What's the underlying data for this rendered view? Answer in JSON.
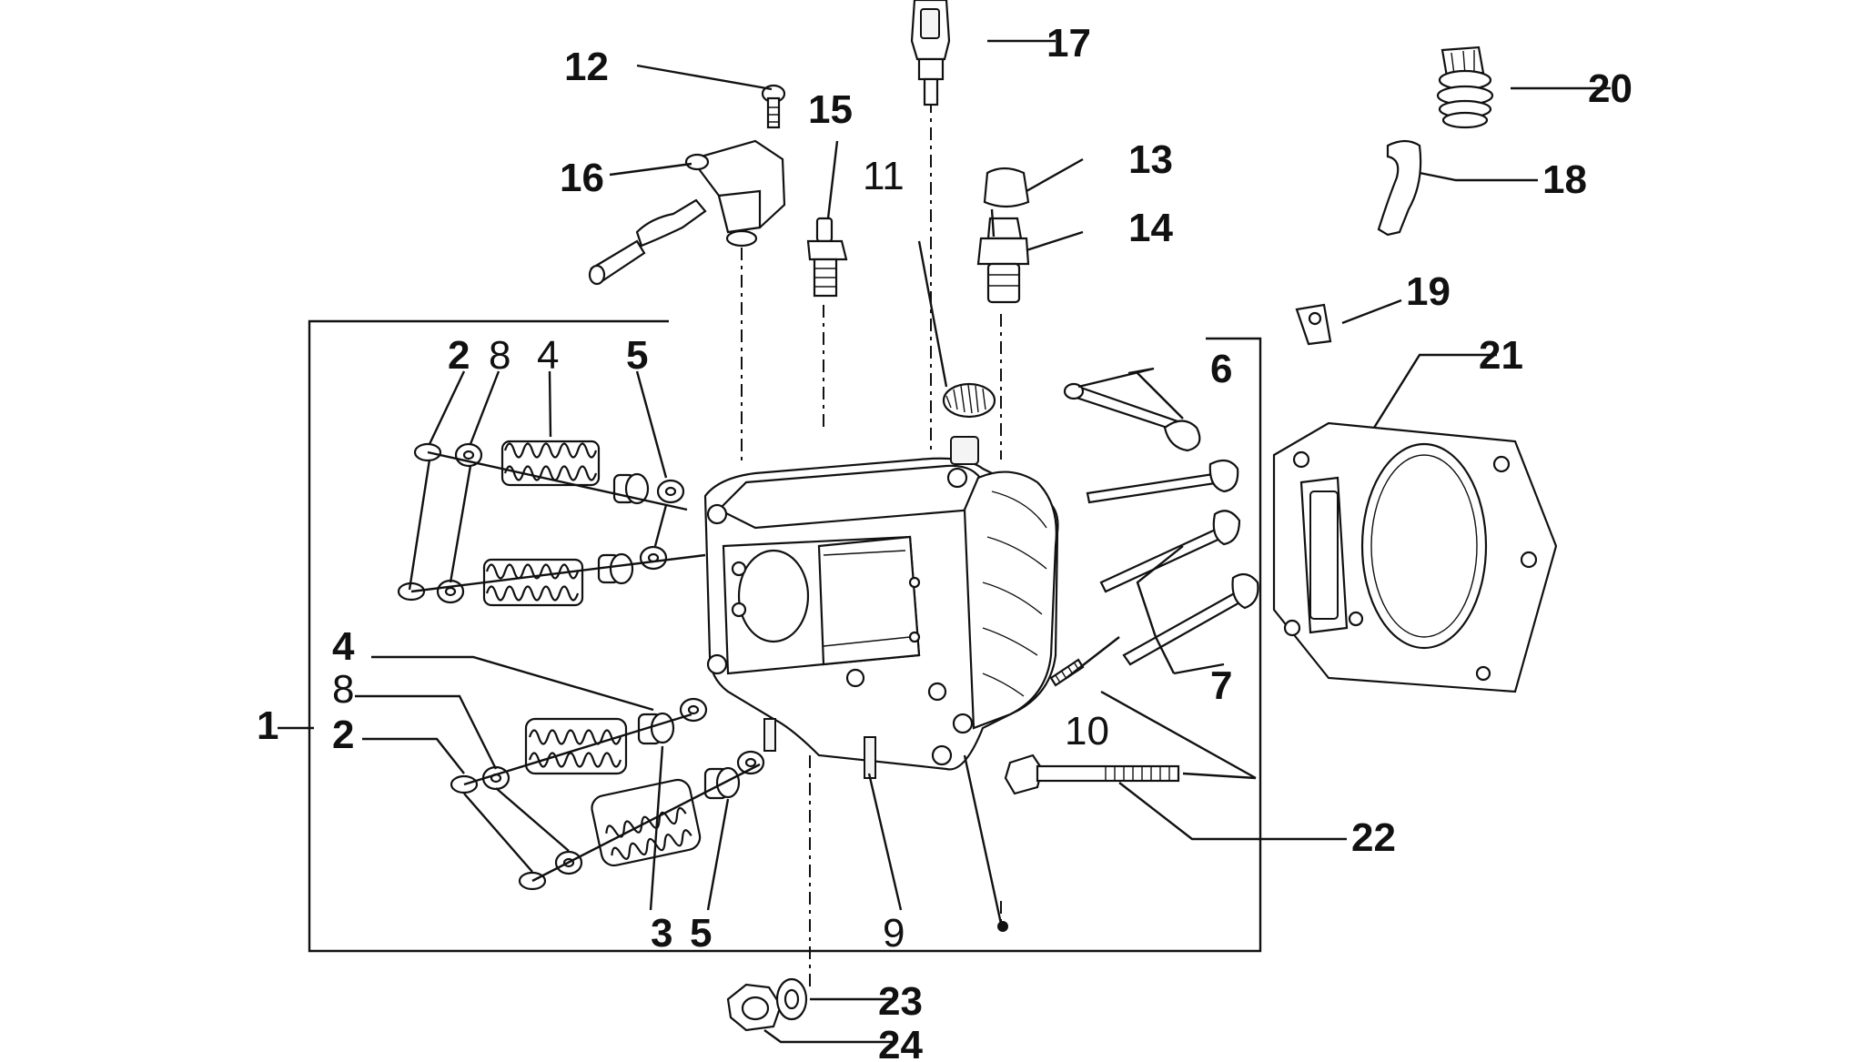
{
  "callouts": {
    "c1": "1",
    "c2a": "2",
    "c2b": "2",
    "c3": "3",
    "c4a": "4",
    "c4b": "4",
    "c5a": "5",
    "c5b": "5",
    "c6": "6",
    "c7": "7",
    "c8a": "8",
    "c8b": "8",
    "c9": "9",
    "c10": "10",
    "c11": "11",
    "c12": "12",
    "c13": "13",
    "c14": "14",
    "c15": "15",
    "c16": "16",
    "c17": "17",
    "c18": "18",
    "c19": "19",
    "c20": "20",
    "c21": "21",
    "c22": "22",
    "c23": "23",
    "c24": "24"
  },
  "colors": {
    "ink": "#111111",
    "background": "#ffffff"
  }
}
